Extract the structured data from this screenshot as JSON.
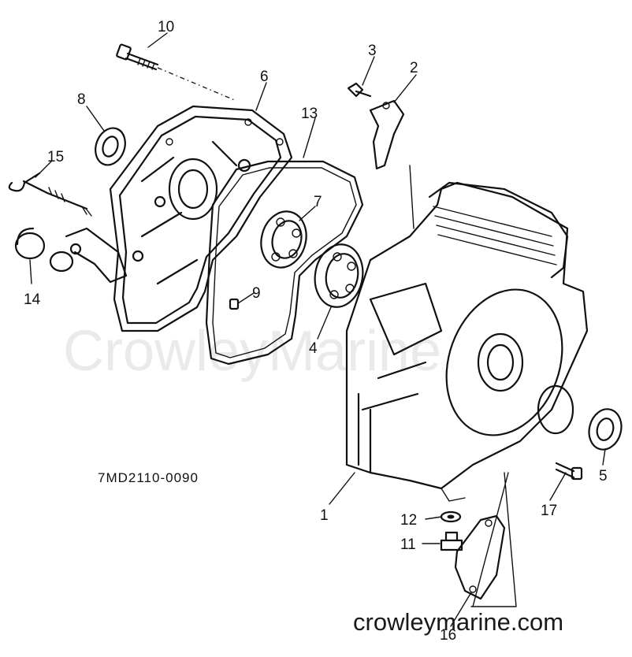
{
  "diagram": {
    "drawing_code": "7MD2110-0090",
    "watermark": "CrowleyMarine",
    "website": "crowleymarine.com",
    "callouts": [
      {
        "id": "c1",
        "label": "1"
      },
      {
        "id": "c2",
        "label": "2"
      },
      {
        "id": "c3",
        "label": "3"
      },
      {
        "id": "c4",
        "label": "4"
      },
      {
        "id": "c5",
        "label": "5"
      },
      {
        "id": "c6",
        "label": "6"
      },
      {
        "id": "c7",
        "label": "7"
      },
      {
        "id": "c8",
        "label": "8"
      },
      {
        "id": "c9",
        "label": "9"
      },
      {
        "id": "c10",
        "label": "10"
      },
      {
        "id": "c11",
        "label": "11"
      },
      {
        "id": "c12",
        "label": "12"
      },
      {
        "id": "c13",
        "label": "13"
      },
      {
        "id": "c14",
        "label": "14"
      },
      {
        "id": "c15",
        "label": "15"
      },
      {
        "id": "c16",
        "label": "16"
      },
      {
        "id": "c17",
        "label": "17"
      }
    ]
  }
}
